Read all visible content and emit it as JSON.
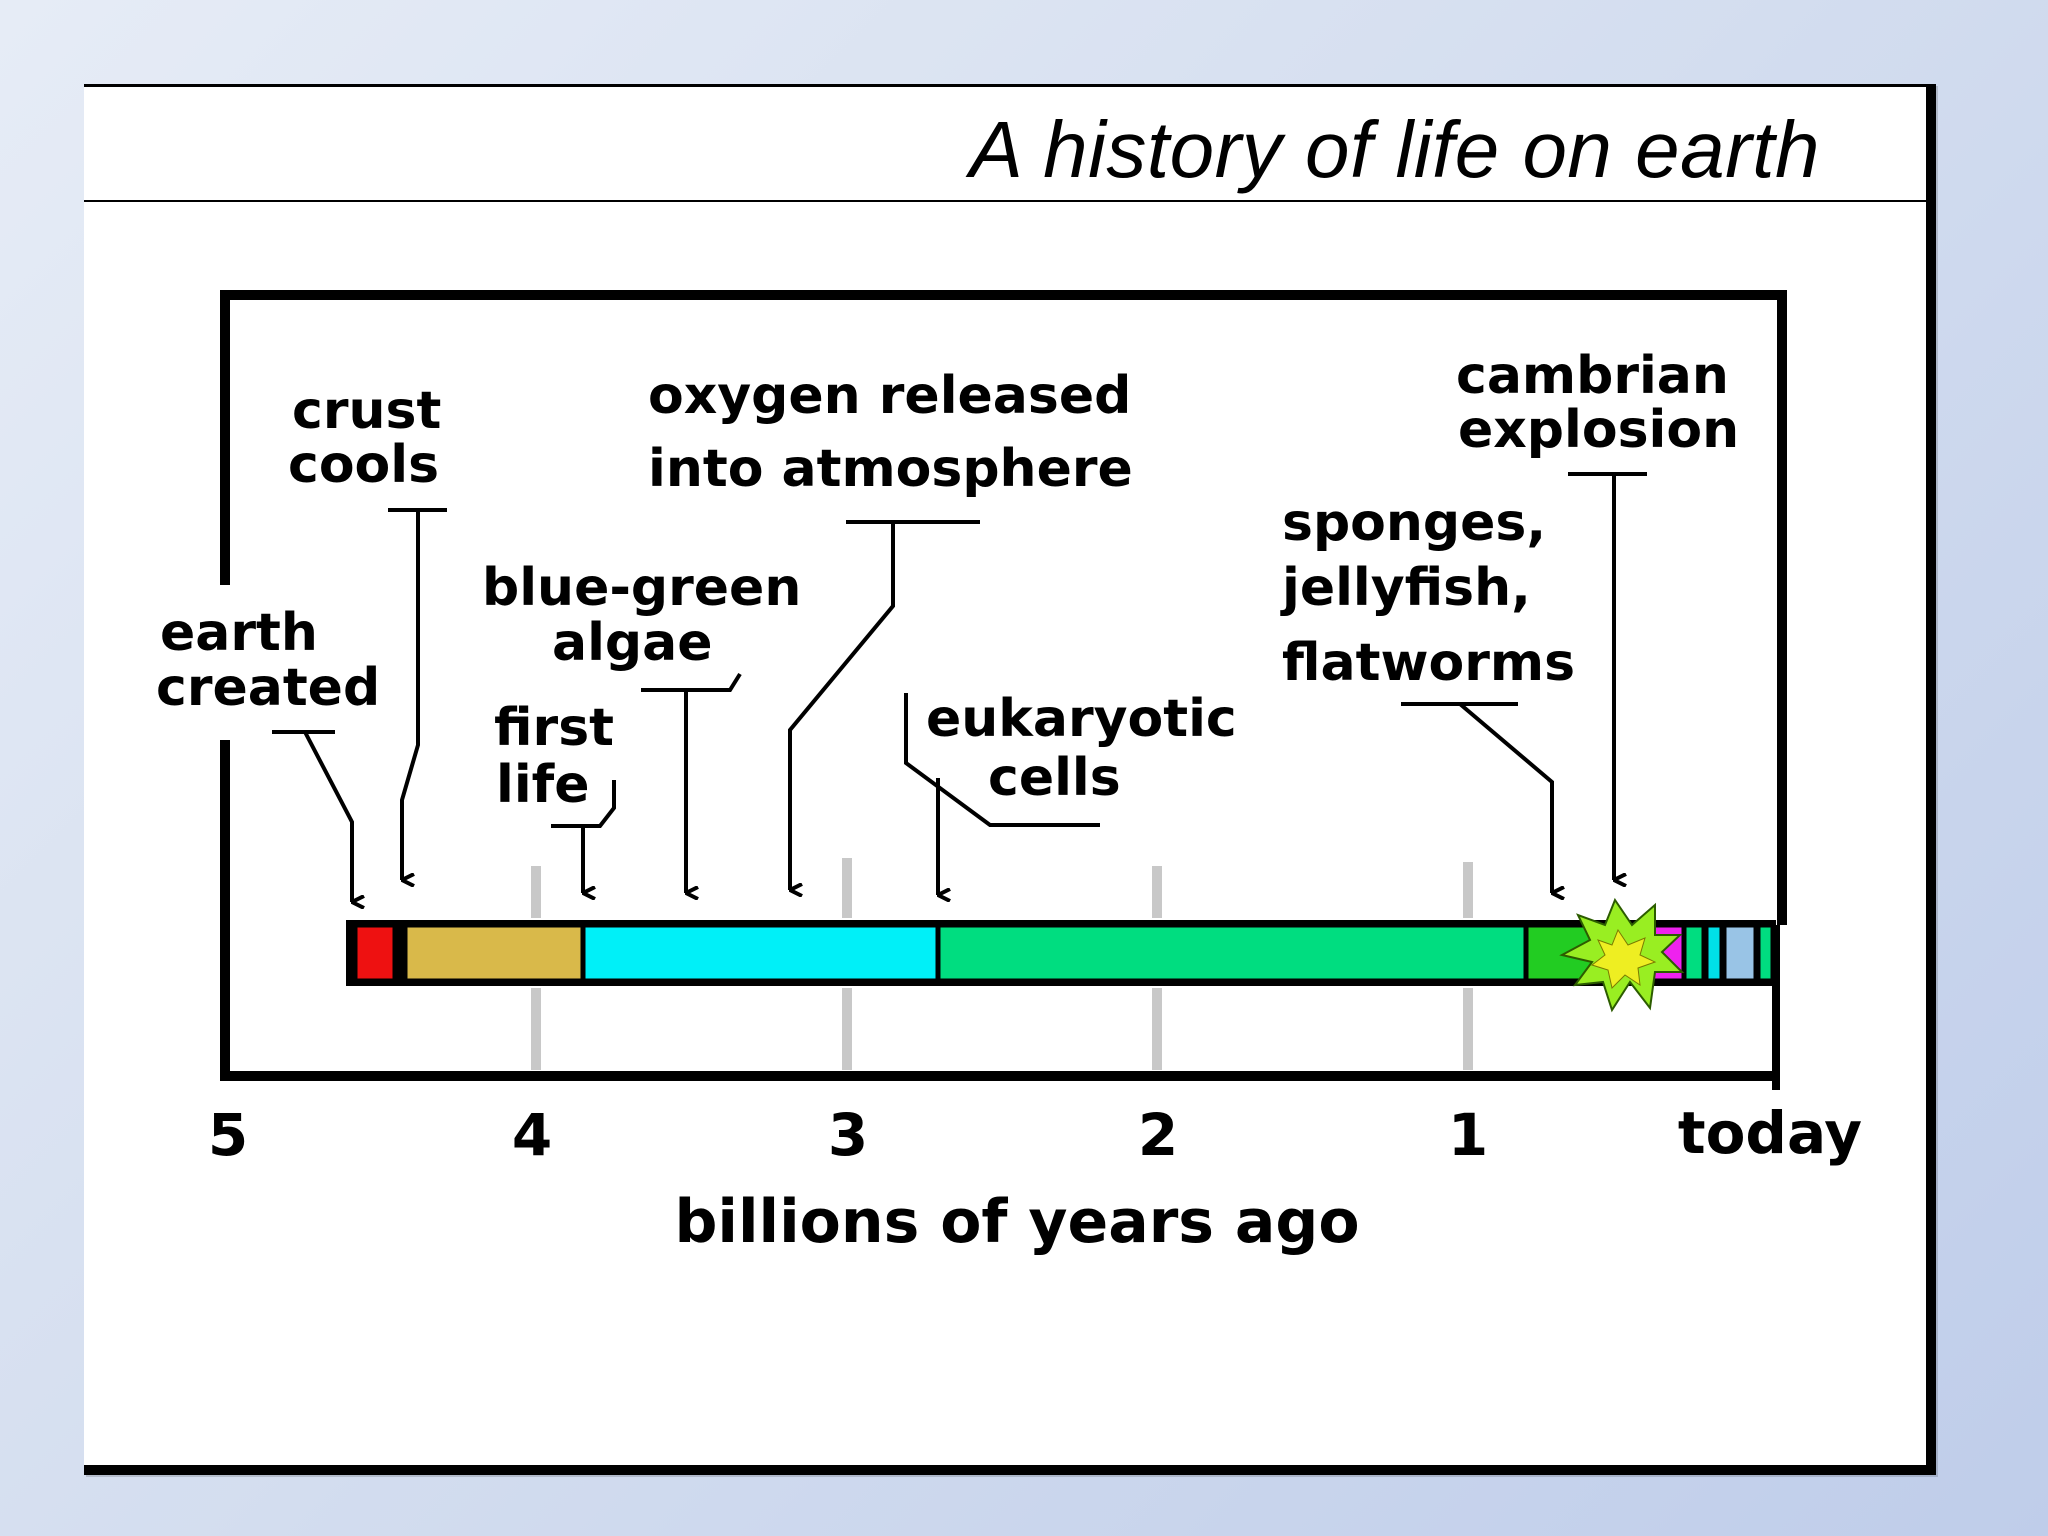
{
  "title": "A history of life on earth",
  "axis": {
    "xlabel": "billions of years ago",
    "ticks": [
      "5",
      "4",
      "3",
      "2",
      "1",
      "today"
    ]
  },
  "events": {
    "earth_created": [
      "earth",
      "created"
    ],
    "crust_cools": [
      "crust",
      "cools"
    ],
    "first_life": [
      "first",
      "life"
    ],
    "blue_green_algae": [
      "blue-green",
      "algae"
    ],
    "oxygen": [
      "oxygen released",
      "into atmosphere"
    ],
    "eukaryotic": [
      "eukaryotic",
      "cells"
    ],
    "sponges": [
      "sponges,",
      "jellyfish,",
      "flatworms"
    ],
    "cambrian": [
      "cambrian",
      "explosion"
    ]
  },
  "colors": {
    "earth_formation": "#ee1111",
    "crust": "#d9b94a",
    "early_life": "#00f0f8",
    "eukaryotic_era": "#00dd80",
    "multicellular": "#22cc22",
    "cambrian_era": "#ee22ee",
    "recent_cyan": "#00e0e8",
    "recent_blue": "#99c4e6",
    "burst_outer": "#99ee22",
    "burst_inner": "#eeee22"
  }
}
